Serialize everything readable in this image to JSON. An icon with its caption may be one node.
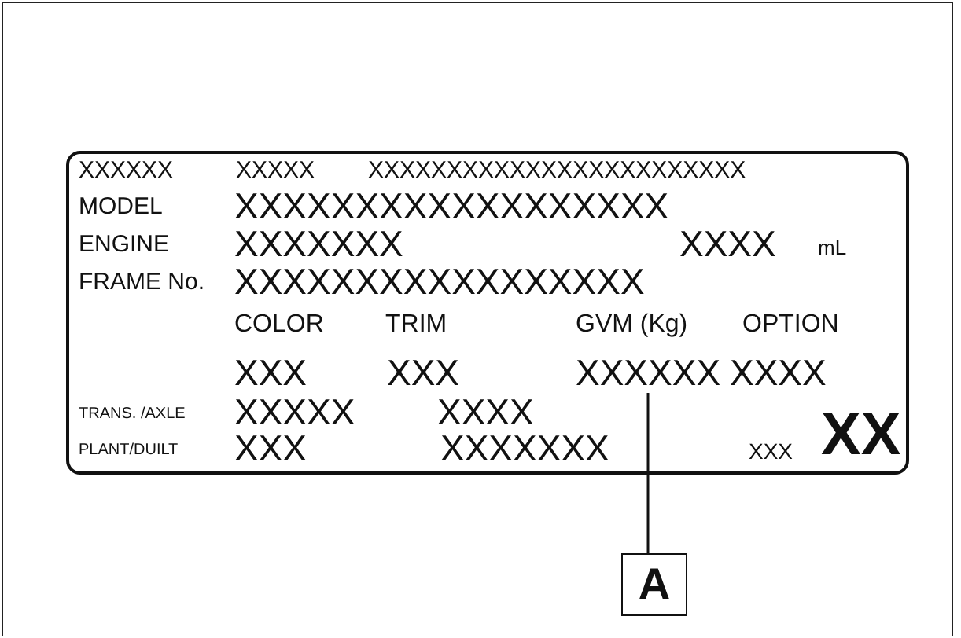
{
  "diagram": {
    "nodes": [
      {
        "text": [
          "XXXXXX",
          "XXXXX",
          "XXXXXXXXXXXXXXXXXXXXXXXX",
          "MODEL",
          "XXXXXXXXXXXXXXXXXX",
          "ENGINE",
          "XXXXXXX",
          "XXXX",
          "mL",
          "FRAME No.",
          "XXXXXXXXXXXXXXXXX",
          "COLOR",
          "TRIM",
          "GVM (Kg)",
          "OPTION",
          "XXX",
          "XXX",
          "XXXX",
          "TRANS. /AXLE",
          "XXXXX",
          "XXXX",
          "PLANT/DUILT",
          "XXX",
          "XXXXXXX",
          "XXX",
          "XX"
        ]
      },
      {
        "text": [
          "XXXXXX"
        ],
        "in": 0
      },
      {
        "text": [
          "A"
        ]
      }
    ],
    "edges": [
      {
        "from": 2,
        "to": 1,
        "arrow": "none"
      }
    ]
  }
}
